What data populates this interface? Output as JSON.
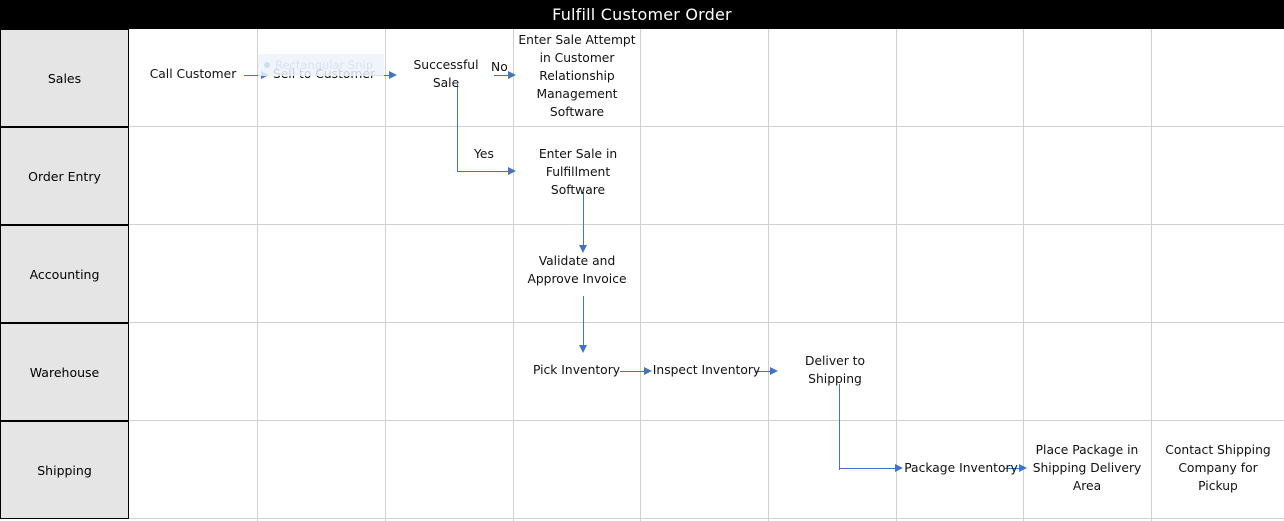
{
  "title": "Fulfill Customer Order",
  "overlay": {
    "label": "Rectangular Snip",
    "icon": "snip-dot-icon"
  },
  "colors": {
    "title_bar_background": "#000000",
    "title_text": "#ffffff",
    "lane_header_background": "#e5e5e5",
    "grid_line": "#d0d0d0",
    "connector": "#4472c4",
    "node_text": "#111111"
  },
  "lanes": [
    {
      "label": "Sales"
    },
    {
      "label": "Order Entry"
    },
    {
      "label": "Accounting"
    },
    {
      "label": "Warehouse"
    },
    {
      "label": "Shipping"
    }
  ],
  "nodes": [
    {
      "id": "call-customer",
      "label": "Call Customer",
      "lane": "Sales"
    },
    {
      "id": "sell-to-customer",
      "label": "Sell to Customer",
      "lane": "Sales"
    },
    {
      "id": "successful-sale",
      "label": "Successful Sale",
      "lane": "Sales"
    },
    {
      "id": "enter-sale-attempt",
      "label": "Enter Sale Attempt in Customer Relationship Management Software",
      "lane": "Sales"
    },
    {
      "id": "enter-sale",
      "label": "Enter Sale in Fulfillment Software",
      "lane": "Order Entry"
    },
    {
      "id": "validate-invoice",
      "label": "Validate and Approve Invoice",
      "lane": "Accounting"
    },
    {
      "id": "pick-inventory",
      "label": "Pick Inventory",
      "lane": "Warehouse"
    },
    {
      "id": "inspect-inventory",
      "label": "Inspect Inventory",
      "lane": "Warehouse"
    },
    {
      "id": "deliver-to-shipping",
      "label": "Deliver to Shipping",
      "lane": "Warehouse"
    },
    {
      "id": "package-inventory",
      "label": "Package Inventory",
      "lane": "Shipping"
    },
    {
      "id": "place-package",
      "label": "Place Package in Shipping Delivery Area",
      "lane": "Shipping"
    },
    {
      "id": "contact-shipping",
      "label": "Contact Shipping Company for Pickup",
      "lane": "Shipping"
    }
  ],
  "branch_labels": [
    {
      "id": "no-label",
      "label": "No"
    },
    {
      "id": "yes-label",
      "label": "Yes"
    }
  ]
}
